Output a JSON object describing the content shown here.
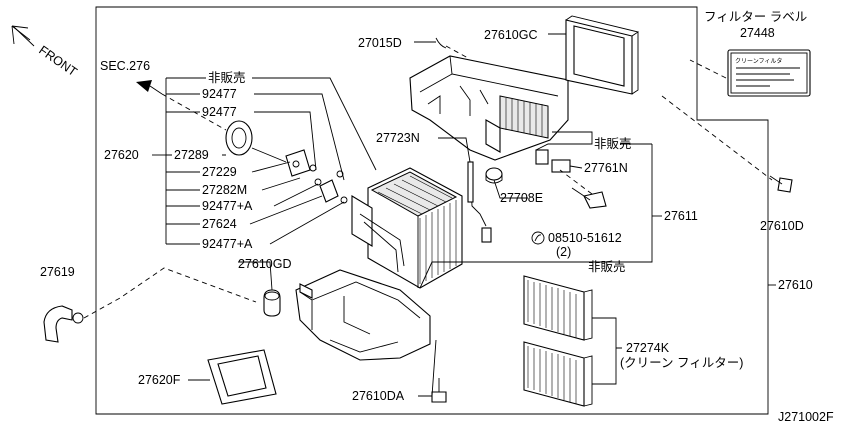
{
  "direction_label": "FRONT",
  "section_ref": "SEC.276",
  "not_for_sale": "非販売",
  "diagram_id": "J271002F",
  "filter_label": {
    "title": "フィルター ラベル",
    "part_no": "27448",
    "card_text": "クリーンフィルタ"
  },
  "parts": {
    "p27015D": "27015D",
    "p27610GC": "27610GC",
    "p92477_a": "92477",
    "p92477_b": "92477",
    "p27620": "27620",
    "p27289": "27289",
    "p27229": "27229",
    "p27282M": "27282M",
    "p92477A_1": "92477+A",
    "p27624": "27624",
    "p92477A_2": "92477+A",
    "p27723N": "27723N",
    "p27761N": "27761N",
    "p27708E": "27708E",
    "p27611": "27611",
    "p08510": "08510-51612",
    "p08510_qty": "(2)",
    "p27610D": "27610D",
    "p27610": "27610",
    "p27619": "27619",
    "p27610GD": "27610GD",
    "p27274K": "27274K",
    "p27274K_desc": "(クリーン フィルター)",
    "p27620F": "27620F",
    "p27610DA": "27610DA"
  },
  "icons": {
    "front_arrow": "front-arrow-icon",
    "sec_arrow": "section-arrow-icon",
    "screw_symbol": "screw-symbol-icon"
  }
}
